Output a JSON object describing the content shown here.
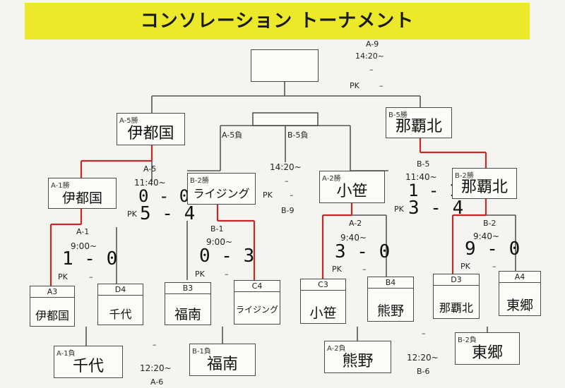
{
  "title": "コンソレーション トーナメント",
  "final": {
    "match": "A-9",
    "time": "14:20~",
    "dash": "–",
    "pk": "PK",
    "pk_dash": "–"
  },
  "semis": {
    "left_winner_tag": "A-5勝",
    "left_winner_name": "伊都国",
    "right_winner_tag": "B-5勝",
    "right_winner_name": "那覇北",
    "loser_left_tag": "A-5負",
    "loser_right_tag": "B-5負",
    "third_time": "14:20~",
    "third_dash": "–",
    "third_pk": "PK",
    "third_pk_dash": "–",
    "third_match": "B-9"
  },
  "round2": {
    "a5_match": "A-5",
    "a5_time": "11:40~",
    "a5_score": "0 - 0",
    "a5_pk_label": "PK",
    "a5_pk_score": "5 - 4",
    "b5_match": "B-5",
    "b5_time": "11:40~",
    "b5_score": "1 - 1",
    "b5_pk_label": "PK",
    "b5_pk_score": "3 - 4",
    "a1w_tag": "A-1勝",
    "a1w_name": "伊都国",
    "b2w_tag": "B-2勝",
    "b2w_name": "ライジング",
    "a2w_tag": "A-2勝",
    "a2w_name": "小笹",
    "b2w2_tag": "B-2勝",
    "b2w2_name": "那覇北"
  },
  "round1": {
    "a1_match": "A-1",
    "a1_time": "9:00~",
    "a1_score": "1 - 0",
    "a1_pk": "PK",
    "a1_pk_dash": "–",
    "b1_match": "B-1",
    "b1_time": "9:00~",
    "b1_score": "0 - 3",
    "b1_pk": "PK",
    "b1_pk_dash": "–",
    "a2_match": "A-2",
    "a2_time": "9:40~",
    "a2_score": "3 - 0",
    "a2_pk": "PK",
    "a2_pk_dash": "–",
    "b2_match": "B-2",
    "b2_time": "9:40~",
    "b2_score": "9 - 0",
    "b2_pk": "PK",
    "b2_pk_dash": "–"
  },
  "seeds": [
    {
      "code": "A3",
      "name": "伊都国"
    },
    {
      "code": "D4",
      "name": "千代"
    },
    {
      "code": "B3",
      "name": "福南"
    },
    {
      "code": "C4",
      "name": "ライジング"
    },
    {
      "code": "C3",
      "name": "小笹"
    },
    {
      "code": "B4",
      "name": "熊野"
    },
    {
      "code": "D3",
      "name": "那覇北"
    },
    {
      "code": "A4",
      "name": "東郷"
    }
  ],
  "bottom": {
    "a1l_tag": "A-1負",
    "a1l_name": "千代",
    "b1l_tag": "B-1負",
    "b1l_name": "福南",
    "a6_dash": "–",
    "a6_time": "12:20~",
    "a6_match": "A-6",
    "a2l_tag": "A-2負",
    "a2l_name": "熊野",
    "b2l_tag": "B-2負",
    "b2l_name": "東郷",
    "b6_dash": "–",
    "b6_time": "12:20~",
    "b6_match": "B-6"
  },
  "colors": {
    "title_bg": "#ece92a",
    "line": "#555555",
    "winner_line": "#c62828"
  }
}
